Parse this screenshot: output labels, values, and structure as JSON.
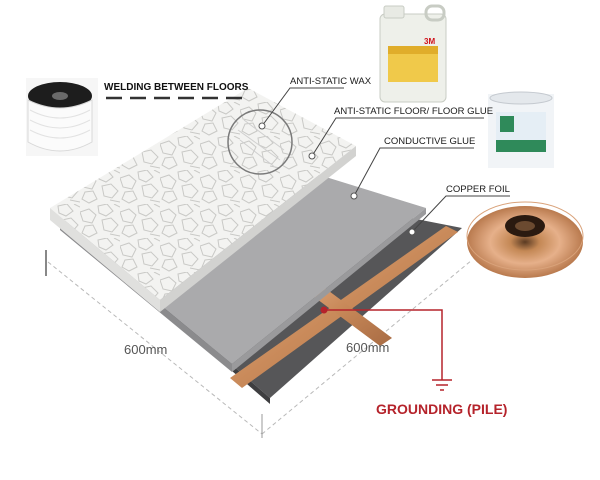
{
  "labels": {
    "welding": "WELDING BETWEEN FLOORS",
    "wax": "ANTI-STATIC WAX",
    "glue": "ANTI-STATIC FLOOR/ FLOOR GLUE",
    "conductive": "CONDUCTIVE GLUE",
    "copper": "COPPER FOIL",
    "grounding": "GROUNDING (PILE)"
  },
  "dimensions": {
    "left": "600mm",
    "right": "600mm"
  },
  "products": {
    "wax_brand": "3M"
  },
  "colors": {
    "grounding": "#b5232b",
    "copper": "#c98a5a",
    "conductive_glue": "#a9a9ab",
    "base": "#555557"
  }
}
